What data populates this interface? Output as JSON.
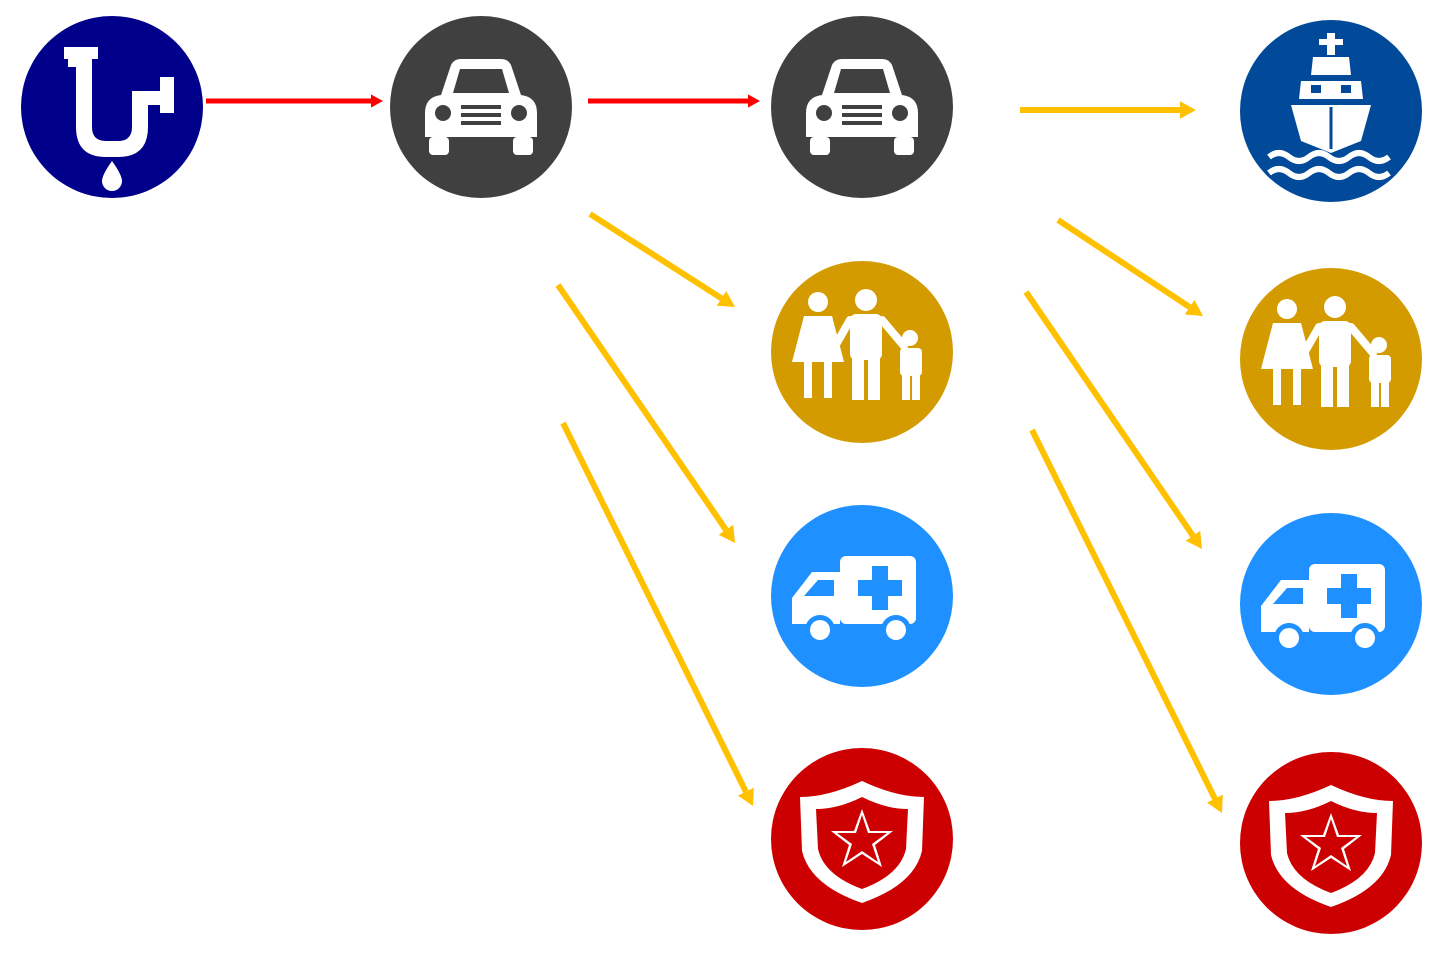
{
  "colors": {
    "pipe": "#00008b",
    "car": "#404040",
    "people": "#d49b00",
    "ambulance": "#1e90ff",
    "police": "#cc0000",
    "ship": "#004a99",
    "arrow_primary": "#ff0000",
    "arrow_secondary": "#ffc000",
    "glyph": "#ffffff"
  },
  "nodes": [
    {
      "id": "water-main",
      "icon": "leaking-pipe-icon"
    },
    {
      "id": "traffic-1",
      "icon": "car-icon"
    },
    {
      "id": "traffic-2",
      "icon": "car-icon"
    },
    {
      "id": "shipping",
      "icon": "ship-icon"
    },
    {
      "id": "population-1",
      "icon": "family-icon"
    },
    {
      "id": "population-2",
      "icon": "family-icon"
    },
    {
      "id": "medical-1",
      "icon": "ambulance-icon"
    },
    {
      "id": "medical-2",
      "icon": "ambulance-icon"
    },
    {
      "id": "police-1",
      "icon": "police-badge-icon"
    },
    {
      "id": "police-2",
      "icon": "police-badge-icon"
    }
  ],
  "edges": [
    {
      "from": "water-main",
      "to": "traffic-1",
      "kind": "primary"
    },
    {
      "from": "traffic-1",
      "to": "traffic-2",
      "kind": "primary"
    },
    {
      "from": "traffic-2",
      "to": "shipping",
      "kind": "secondary"
    },
    {
      "from": "traffic-1",
      "to": "population-1",
      "kind": "secondary"
    },
    {
      "from": "traffic-1",
      "to": "medical-1",
      "kind": "secondary"
    },
    {
      "from": "traffic-1",
      "to": "police-1",
      "kind": "secondary"
    },
    {
      "from": "traffic-2",
      "to": "population-2",
      "kind": "secondary"
    },
    {
      "from": "traffic-2",
      "to": "medical-2",
      "kind": "secondary"
    },
    {
      "from": "traffic-2",
      "to": "police-2",
      "kind": "secondary"
    }
  ]
}
